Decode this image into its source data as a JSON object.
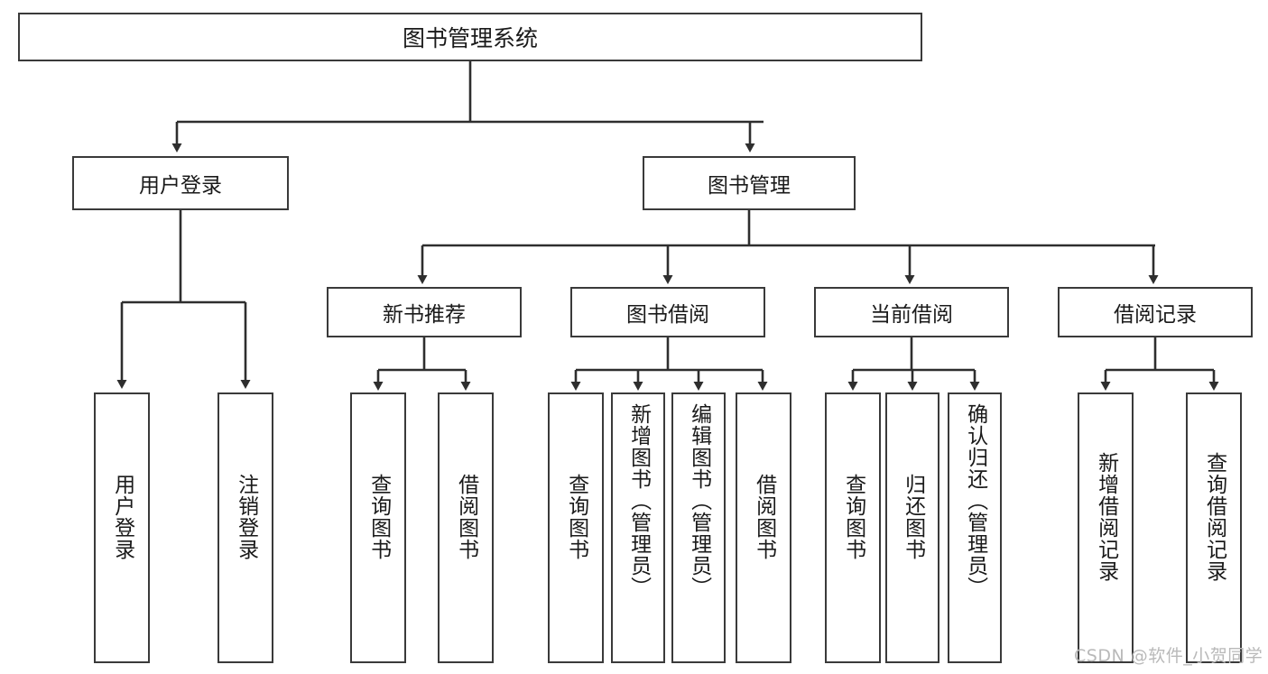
{
  "diagram": {
    "title": "图书管理系统",
    "type": "tree-hierarchy",
    "watermark": "CSDN @软件_小贺同学",
    "nodes": {
      "root": {
        "label": "图书管理系统"
      },
      "level2": [
        {
          "id": "user-login",
          "label": "用户登录"
        },
        {
          "id": "book-management",
          "label": "图书管理"
        }
      ],
      "level3": [
        {
          "id": "new-book-recommend",
          "label": "新书推荐"
        },
        {
          "id": "book-borrow",
          "label": "图书借阅"
        },
        {
          "id": "current-borrow",
          "label": "当前借阅"
        },
        {
          "id": "borrow-record",
          "label": "借阅记录"
        }
      ],
      "leaves": [
        {
          "id": "leaf-user-login",
          "label": "用户登录",
          "parent": "user-login"
        },
        {
          "id": "leaf-user-logout",
          "label": "注销登录",
          "parent": "user-login"
        },
        {
          "id": "leaf-query-book-1",
          "label": "查询图书",
          "parent": "new-book-recommend"
        },
        {
          "id": "leaf-borrow-book-1",
          "label": "借阅图书",
          "parent": "new-book-recommend"
        },
        {
          "id": "leaf-query-book-2",
          "label": "查询图书",
          "parent": "book-borrow"
        },
        {
          "id": "leaf-add-book",
          "label": "新增图书（管理员）",
          "parent": "book-borrow"
        },
        {
          "id": "leaf-edit-book",
          "label": "编辑图书（管理员）",
          "parent": "book-borrow"
        },
        {
          "id": "leaf-borrow-book-2",
          "label": "借阅图书",
          "parent": "book-borrow"
        },
        {
          "id": "leaf-query-book-3",
          "label": "查询图书",
          "parent": "current-borrow"
        },
        {
          "id": "leaf-return-book",
          "label": "归还图书",
          "parent": "current-borrow"
        },
        {
          "id": "leaf-confirm-return",
          "label": "确认归还（管理员）",
          "parent": "current-borrow"
        },
        {
          "id": "leaf-add-record",
          "label": "新增借阅记录",
          "parent": "borrow-record"
        },
        {
          "id": "leaf-query-record",
          "label": "查询借阅记录",
          "parent": "borrow-record"
        }
      ]
    },
    "colors": {
      "border": "#3a3a3a",
      "background": "#ffffff",
      "text": "#1a1a1a",
      "watermark": "#b9b9b9"
    }
  }
}
